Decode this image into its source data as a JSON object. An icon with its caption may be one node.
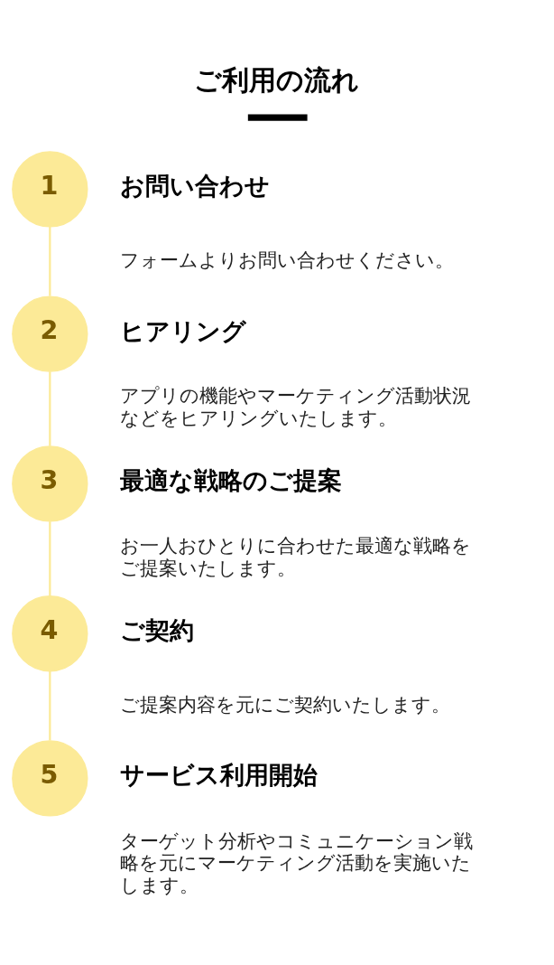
{
  "diagram": {
    "title": "ご利用の流れ",
    "nodes": [
      {
        "text": [
          "1"
        ],
        "beside": [
          "お問い合わせ",
          "フォームよりお問い合わせください。"
        ]
      },
      {
        "text": [
          "2"
        ],
        "beside": [
          "ヒアリング",
          "アプリの機能やマーケティング活動状況などをヒアリングいたします。"
        ]
      },
      {
        "text": [
          "3"
        ],
        "beside": [
          "最適な戦略のご提案",
          "お一人おひとりに合わせた最適な戦略をご提案いたします。"
        ]
      },
      {
        "text": [
          "4"
        ],
        "beside": [
          "ご契約",
          "ご提案内容を元にご契約いたします。"
        ]
      },
      {
        "text": [
          "5"
        ],
        "beside": [
          "サービス利用開始",
          "ターゲット分析やコミュニケーション戦略を元にマーケティング活動を実施いたします。"
        ]
      }
    ],
    "edges": [
      {
        "from": 0,
        "to": 1,
        "arrow": "none"
      },
      {
        "from": 1,
        "to": 2,
        "arrow": "none"
      },
      {
        "from": 2,
        "to": 3,
        "arrow": "none"
      },
      {
        "from": 3,
        "to": 4,
        "arrow": "none"
      }
    ]
  }
}
